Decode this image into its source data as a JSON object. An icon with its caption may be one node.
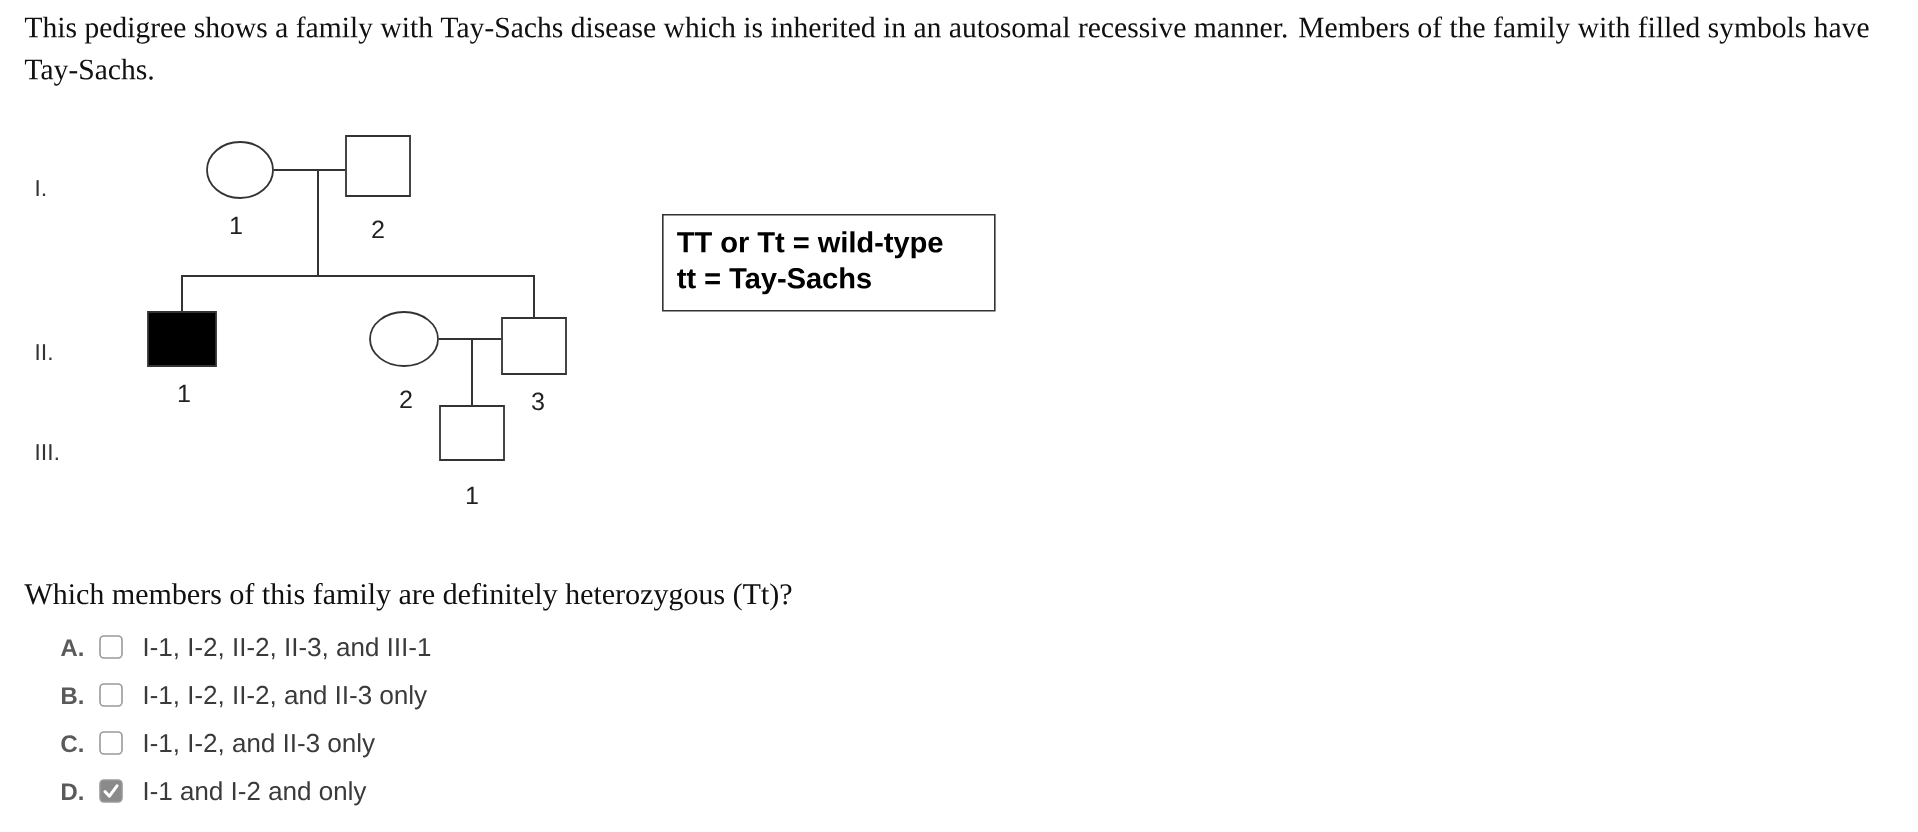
{
  "diagram": {
    "nodes": [
      {
        "text": [],
        "shape": "circle",
        "beside": [
          "1"
        ]
      },
      {
        "text": [],
        "shape": "box",
        "beside": [
          "2"
        ]
      },
      {
        "text": [
          "TT or Tt = wild-type",
          "tt = Tay-Sachs"
        ]
      },
      {
        "text": [],
        "shape": "box",
        "beside": [
          "1"
        ]
      },
      {
        "text": [],
        "shape": "circle",
        "beside": [
          "2"
        ]
      },
      {
        "text": [],
        "shape": "box",
        "beside": [
          "3"
        ]
      },
      {
        "text": [],
        "shape": "box",
        "beside": [
          "1"
        ]
      },
      {
        "text": [],
        "shape": "box",
        "beside": [
          "A.",
          "I-1, I-2, II-2, II-3, and III-1"
        ]
      },
      {
        "text": [],
        "shape": "box",
        "beside": [
          "B.",
          "I-1, I-2, II-2, and II-3 only"
        ]
      },
      {
        "text": [],
        "shape": "box",
        "beside": [
          "C.",
          "I-1, I-2, and II-3 only"
        ]
      },
      {
        "text": [],
        "shape": "box",
        "beside": [
          "D.",
          "I-1 and I-2 and only"
        ]
      }
    ],
    "edges": [
      {
        "from": 0,
        "to": 1,
        "arrow": "none"
      },
      {
        "from": 0,
        "to": 3,
        "arrow": "none"
      },
      {
        "from": 1,
        "to": 3,
        "arrow": "none"
      },
      {
        "from": 0,
        "to": 5,
        "arrow": "none"
      },
      {
        "from": 1,
        "to": 5,
        "arrow": "none"
      },
      {
        "from": 4,
        "to": 5,
        "arrow": "none"
      },
      {
        "from": 4,
        "to": 6,
        "arrow": "none"
      },
      {
        "from": 5,
        "to": 6,
        "arrow": "none"
      }
    ],
    "labels": [
      "This pedigree shows a family with Tay-Sachs disease which is inherited in an autosomal recessive manner. Members of the family with filled symbols have Tay-Sachs.",
      "I.",
      "II.",
      "III.",
      "Which members of this family are definitely heterozygous (Tt)?"
    ]
  }
}
